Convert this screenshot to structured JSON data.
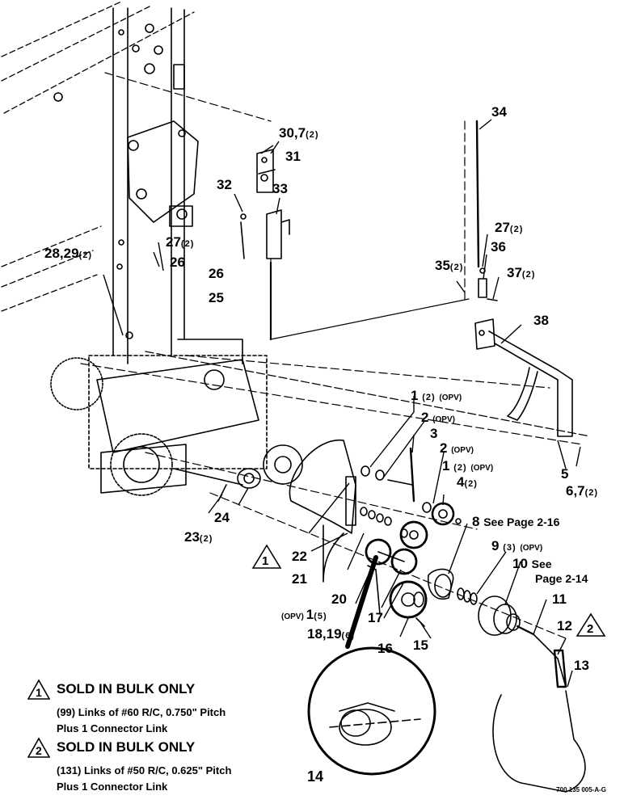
{
  "callouts": {
    "c30": {
      "label": "30,7",
      "qty": "(2)"
    },
    "c31": {
      "label": "31"
    },
    "c32": {
      "label": "32"
    },
    "c33": {
      "label": "33"
    },
    "c34": {
      "label": "34"
    },
    "c27a": {
      "label": "27",
      "qty": "(2)"
    },
    "c27b": {
      "label": "27",
      "qty": "(2)"
    },
    "c36": {
      "label": "36"
    },
    "c35": {
      "label": "35",
      "qty": "(2)"
    },
    "c37": {
      "label": "37",
      "qty": "(2)"
    },
    "c26a": {
      "label": "26"
    },
    "c26b": {
      "label": "26"
    },
    "c25": {
      "label": "25"
    },
    "c28": {
      "label": "28,29",
      "qty": "(2)"
    },
    "c38": {
      "label": "38"
    },
    "c1a": {
      "label": "1",
      "qty": "(2)",
      "opv": "(OPV)"
    },
    "c2a": {
      "label": "2",
      "opv": "(OPV)"
    },
    "c3": {
      "label": "3"
    },
    "c2b": {
      "label": "2",
      "opv": "(OPV)"
    },
    "c1b": {
      "label": "1",
      "qty": "(2)",
      "opv": "(OPV)"
    },
    "c4": {
      "label": "4",
      "qty": "(2)"
    },
    "c5": {
      "label": "5"
    },
    "c67": {
      "label": "6,7",
      "qty": "(2)"
    },
    "c8": {
      "label": "8",
      "extra": "See Page 2-16"
    },
    "c9": {
      "label": "9",
      "qty": "(3)",
      "opv": "(OPV)"
    },
    "c10": {
      "label": "10",
      "extra": "See",
      "extra2": "Page 2-14"
    },
    "c11": {
      "label": "11"
    },
    "c12": {
      "label": "12"
    },
    "c13": {
      "label": "13"
    },
    "c24": {
      "label": "24"
    },
    "c23": {
      "label": "23",
      "qty": "(2)"
    },
    "c22": {
      "label": "22"
    },
    "c21": {
      "label": "21"
    },
    "c20": {
      "label": "20"
    },
    "c1c": {
      "pre": "(OPV)",
      "label": "1",
      "qty": "(5)"
    },
    "c17": {
      "label": "17"
    },
    "c1819": {
      "label": "18,19",
      "qty": "(6)"
    },
    "c16": {
      "label": "16"
    },
    "c15": {
      "label": "15"
    },
    "c14": {
      "label": "14"
    }
  },
  "notes": [
    {
      "num": "1",
      "title": "SOLD IN BULK ONLY",
      "line1": "(99) Links of #60 R/C, 0.750\" Pitch",
      "line2": "Plus 1 Connector Link"
    },
    {
      "num": "2",
      "title": "SOLD IN BULK ONLY",
      "line1": "(131) Links of #50 R/C, 0.625\" Pitch",
      "line2": "Plus 1 Connector Link"
    }
  ],
  "marker_1": "1",
  "marker_2": "2",
  "figure_id": "700 135 005-A-G"
}
